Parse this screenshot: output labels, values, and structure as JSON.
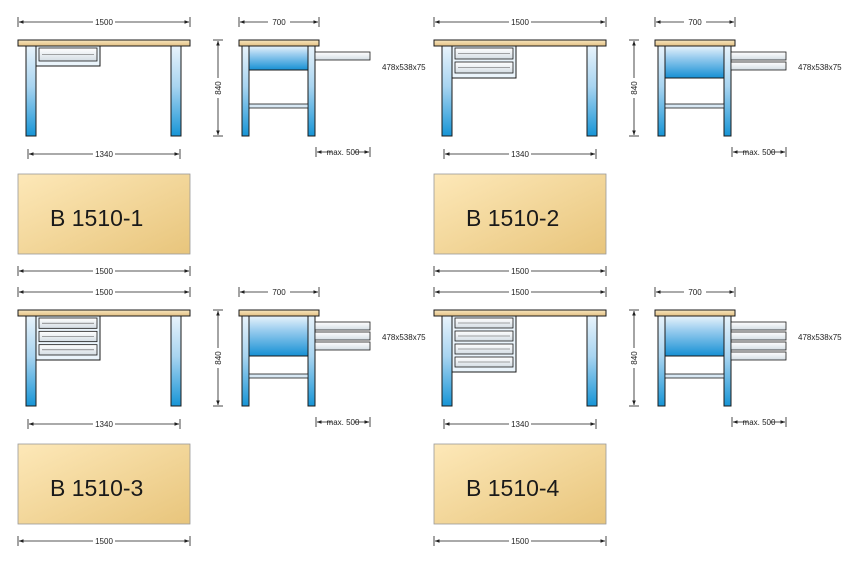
{
  "models": [
    {
      "name": "B 1510-1",
      "drawers": 1,
      "front_width": "1500",
      "inner_width": "1340",
      "height": "840",
      "side_depth": "700",
      "drawer_size": "478x538x75",
      "extension": "max. 500",
      "bottom_width": "1500"
    },
    {
      "name": "B 1510-2",
      "drawers": 2,
      "front_width": "1500",
      "inner_width": "1340",
      "height": "840",
      "side_depth": "700",
      "drawer_size": "478x538x75",
      "extension": "max. 500",
      "bottom_width": "1500"
    },
    {
      "name": "B 1510-3",
      "drawers": 3,
      "front_width": "1500",
      "inner_width": "1340",
      "height": "840",
      "side_depth": "700",
      "drawer_size": "478x538x75",
      "extension": "max. 500",
      "bottom_width": "1500"
    },
    {
      "name": "B 1510-4",
      "drawers": 4,
      "front_width": "1500",
      "inner_width": "1340",
      "height": "840",
      "side_depth": "700",
      "drawer_size": "478x538x75",
      "extension": "max. 500",
      "bottom_width": "1500"
    }
  ],
  "colors": {
    "worktop": "#f0d9a6",
    "leg_top": "#e6f2fb",
    "leg_bottom": "#1a9ad8",
    "outline": "#1b1b1b",
    "label_box_light": "#fbe3b0",
    "label_box_dark": "#eccb84"
  }
}
